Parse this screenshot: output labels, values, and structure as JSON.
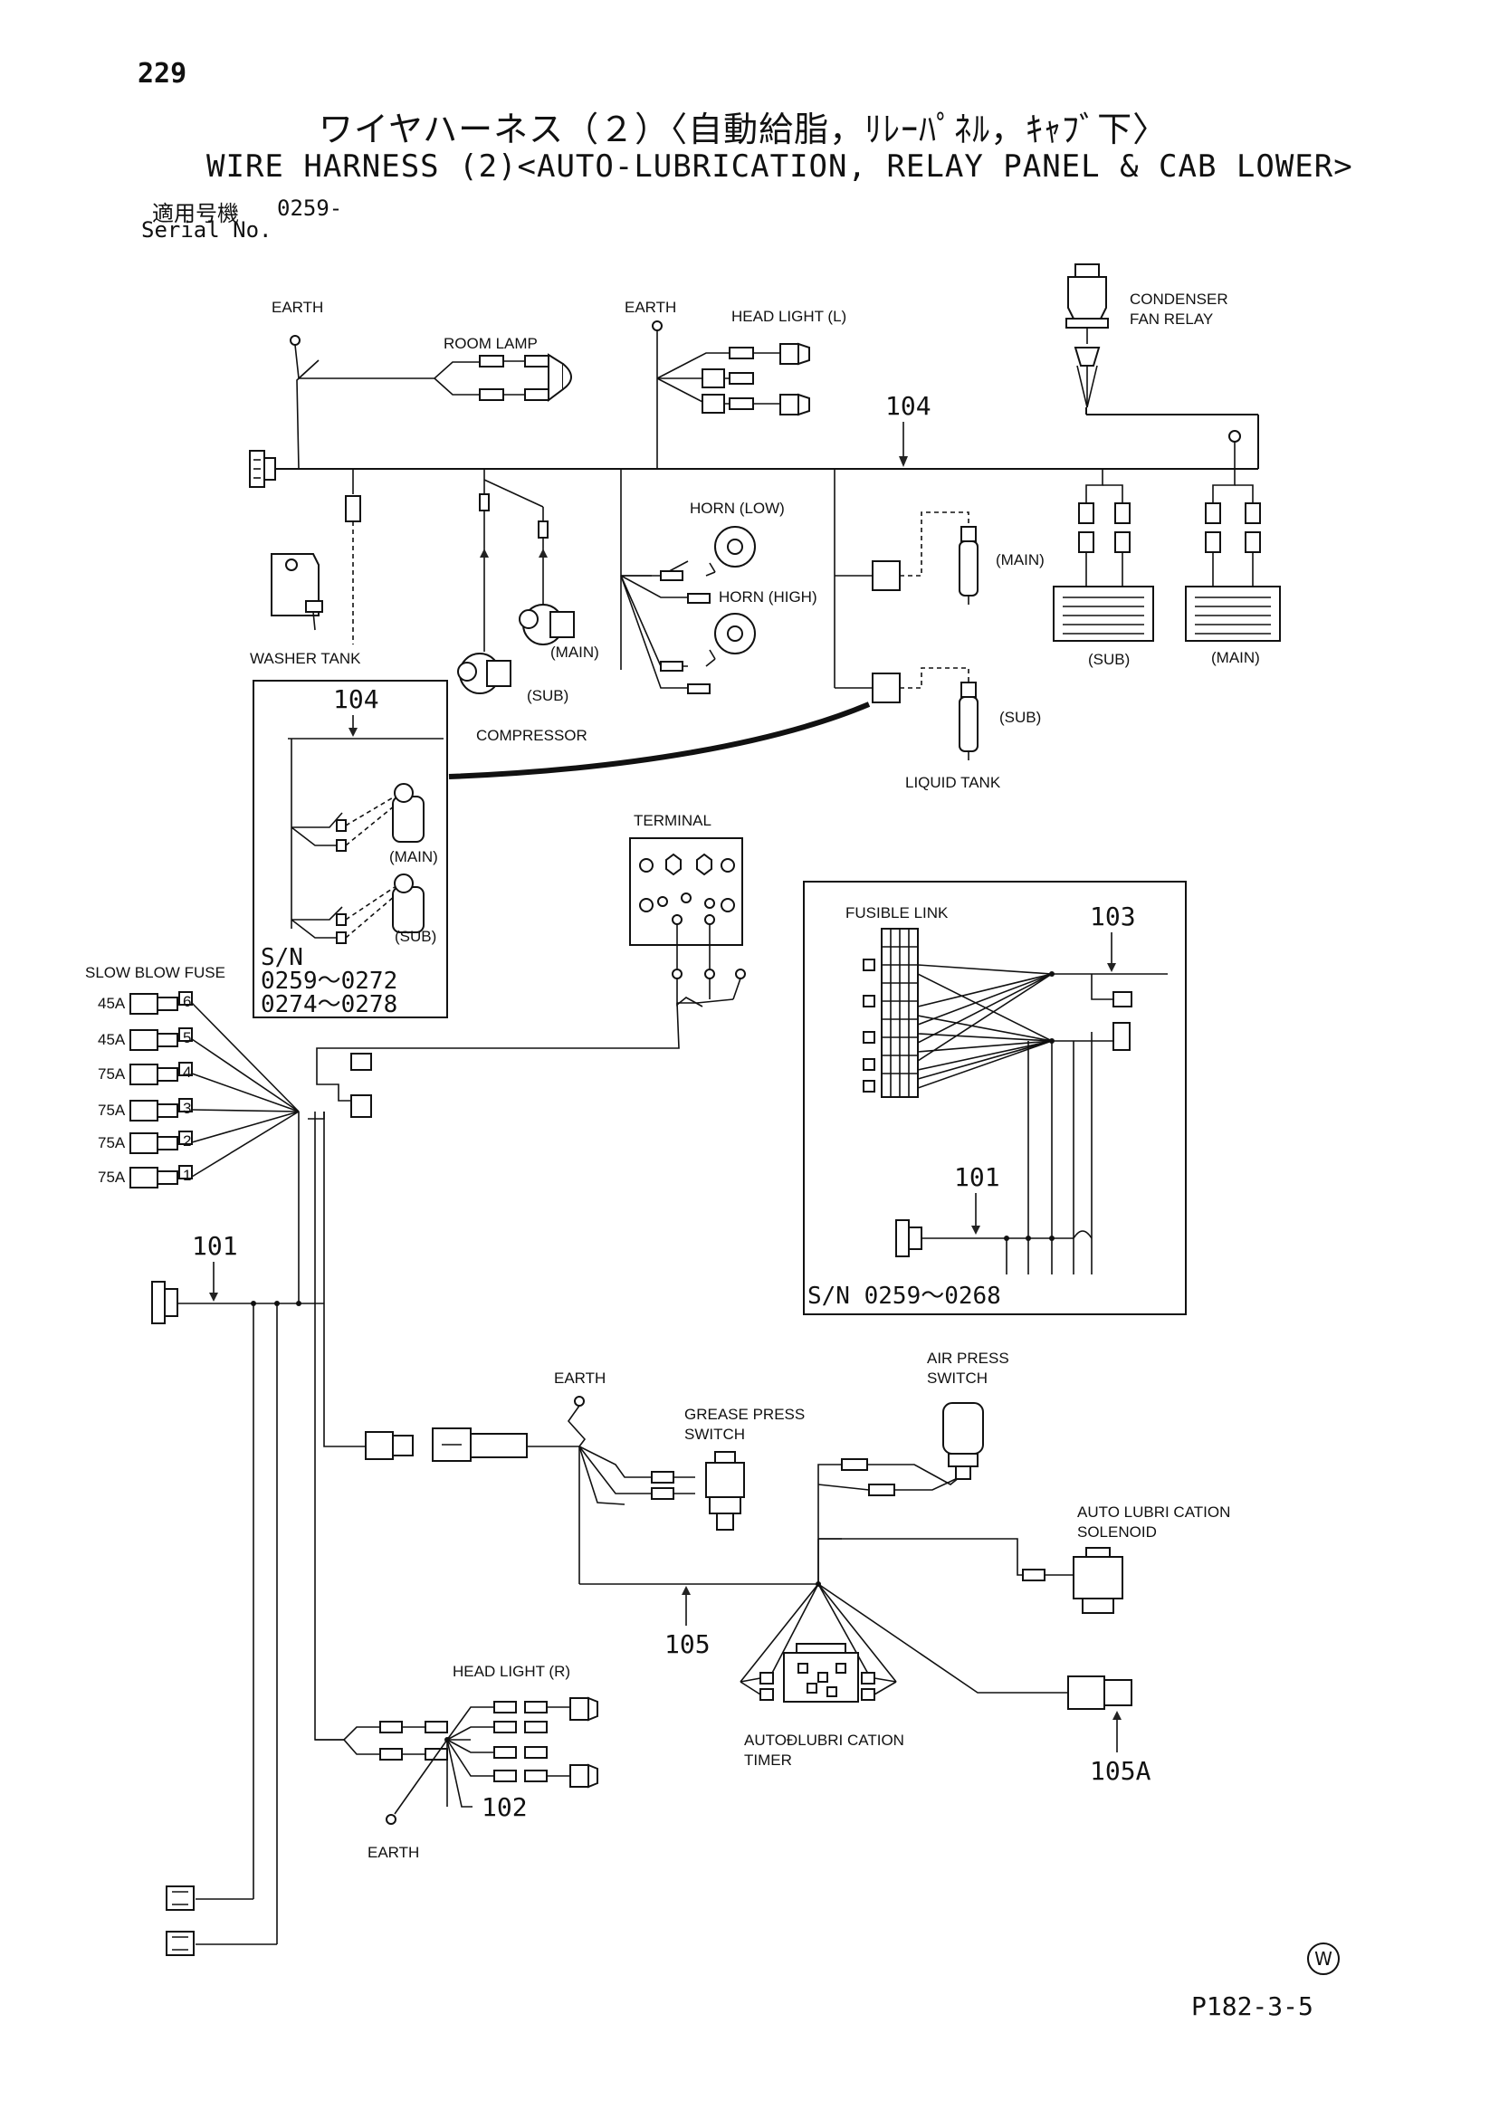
{
  "header": {
    "page_number": "229",
    "title_jp": "ワイヤハーネス（２）〈自動給脂，ﾘﾚｰﾊﾟﾈﾙ，ｷｬﾌﾞ下〉",
    "title_en": "WIRE HARNESS (2)<AUTO-LUBRICATION, RELAY PANEL & CAB LOWER>",
    "serial_label_jp": "適用号機",
    "serial_value": "0259-",
    "serial_label_en": "Serial No."
  },
  "labels": {
    "earth": "EARTH",
    "room_lamp": "ROOM LAMP",
    "head_light_l": "HEAD LIGHT (L)",
    "condenser_fan_relay_1": "CONDENSER",
    "condenser_fan_relay_2": "FAN RELAY",
    "horn_low": "HORN (LOW)",
    "horn_high": "HORN (HIGH)",
    "main": "(MAIN)",
    "sub": "(SUB)",
    "washer_tank": "WASHER TANK",
    "compressor": "COMPRESSOR",
    "liquid_tank": "LIQUID TANK",
    "terminal": "TERMINAL",
    "fusible_link": "FUSIBLE LINK",
    "slow_blow_fuse": "SLOW BLOW FUSE",
    "air_press_switch_1": "AIR PRESS",
    "air_press_switch_2": "SWITCH",
    "grease_press_switch_1": "GREASE PRESS",
    "grease_press_switch_2": "SWITCH",
    "auto_lubrication_solenoid_1": "AUTO LUBRI CATION",
    "auto_lubrication_solenoid_2": "SOLENOID",
    "auto_lubrication_timer_1": "AUTOĐLUBRI CATION",
    "auto_lubrication_timer_2": "TIMER",
    "head_light_r": "HEAD LIGHT (R)"
  },
  "part_numbers": {
    "p101": "101",
    "p102": "102",
    "p103": "103",
    "p104": "104",
    "p105": "105",
    "p105a": "105A"
  },
  "inset_compressor": {
    "sn_label": "S/N",
    "range_1": "0259～0272",
    "range_2": "0274～0278"
  },
  "inset_fusible_link": {
    "sn_text": "S/N  0259～0268"
  },
  "slow_blow_fuses": [
    {
      "rating": "45A",
      "index": "6"
    },
    {
      "rating": "45A",
      "index": "5"
    },
    {
      "rating": "75A",
      "index": "4"
    },
    {
      "rating": "75A",
      "index": "3"
    },
    {
      "rating": "75A",
      "index": "2"
    },
    {
      "rating": "75A",
      "index": "1"
    }
  ],
  "footer": {
    "page_code": "P182-3-5",
    "mark": "W"
  }
}
